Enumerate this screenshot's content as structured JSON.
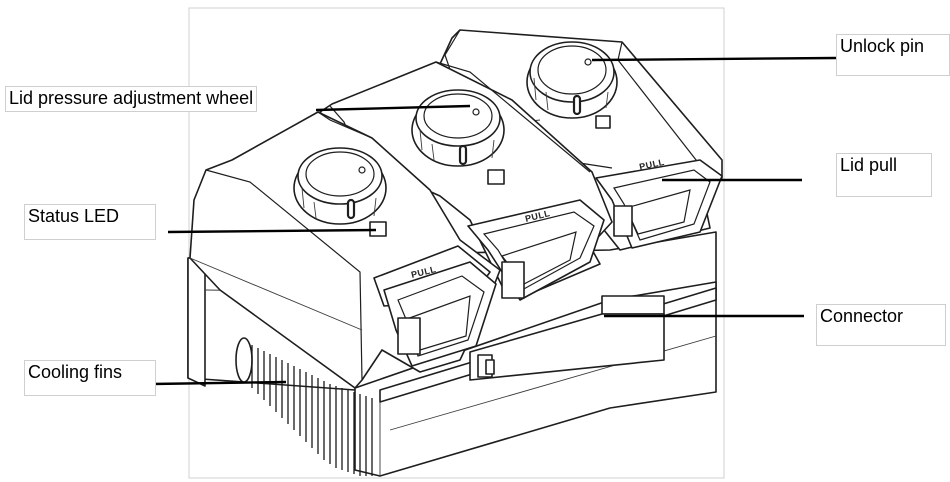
{
  "labels": {
    "unlock_pin": "Unlock pin",
    "lid_pressure_wheel": "Lid pressure adjustment wheel",
    "lid_pull": "Lid pull",
    "status_led": "Status LED",
    "connector": "Connector",
    "cooling_fins": "Cooling fins"
  },
  "modules": [
    {
      "pull_text": "PULL"
    },
    {
      "pull_text": "PULL"
    },
    {
      "pull_text": "PULL"
    }
  ],
  "colors": {
    "line": "#000000",
    "background": "#ffffff",
    "label_border": "#cfcfcf"
  }
}
